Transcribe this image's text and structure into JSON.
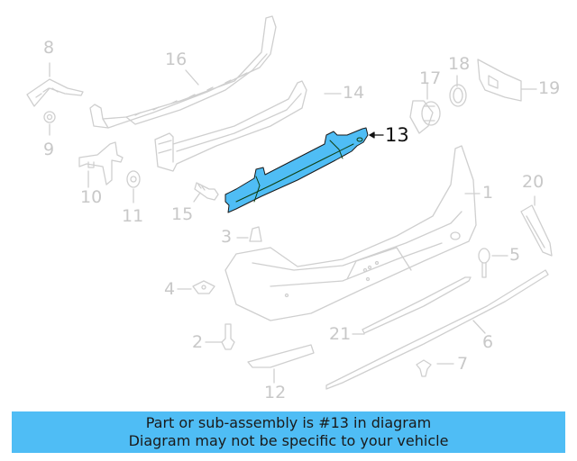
{
  "diagram": {
    "highlighted_part": "13",
    "highlight_color": "#4fbdf5",
    "callouts": [
      {
        "id": "1",
        "label": "1"
      },
      {
        "id": "2",
        "label": "2"
      },
      {
        "id": "3",
        "label": "3"
      },
      {
        "id": "4",
        "label": "4"
      },
      {
        "id": "5",
        "label": "5"
      },
      {
        "id": "6",
        "label": "6"
      },
      {
        "id": "7",
        "label": "7"
      },
      {
        "id": "8",
        "label": "8"
      },
      {
        "id": "9",
        "label": "9"
      },
      {
        "id": "10",
        "label": "10"
      },
      {
        "id": "11",
        "label": "11"
      },
      {
        "id": "12",
        "label": "12"
      },
      {
        "id": "13",
        "label": "13"
      },
      {
        "id": "14",
        "label": "14"
      },
      {
        "id": "15",
        "label": "15"
      },
      {
        "id": "16",
        "label": "16"
      },
      {
        "id": "17",
        "label": "17"
      },
      {
        "id": "18",
        "label": "18"
      },
      {
        "id": "19",
        "label": "19"
      },
      {
        "id": "20",
        "label": "20"
      },
      {
        "id": "21",
        "label": "21"
      }
    ]
  },
  "banner": {
    "line1": "Part or sub-assembly is #13 in diagram",
    "line2": "Diagram may not be specific to your vehicle",
    "background": "#4fbdf5"
  }
}
